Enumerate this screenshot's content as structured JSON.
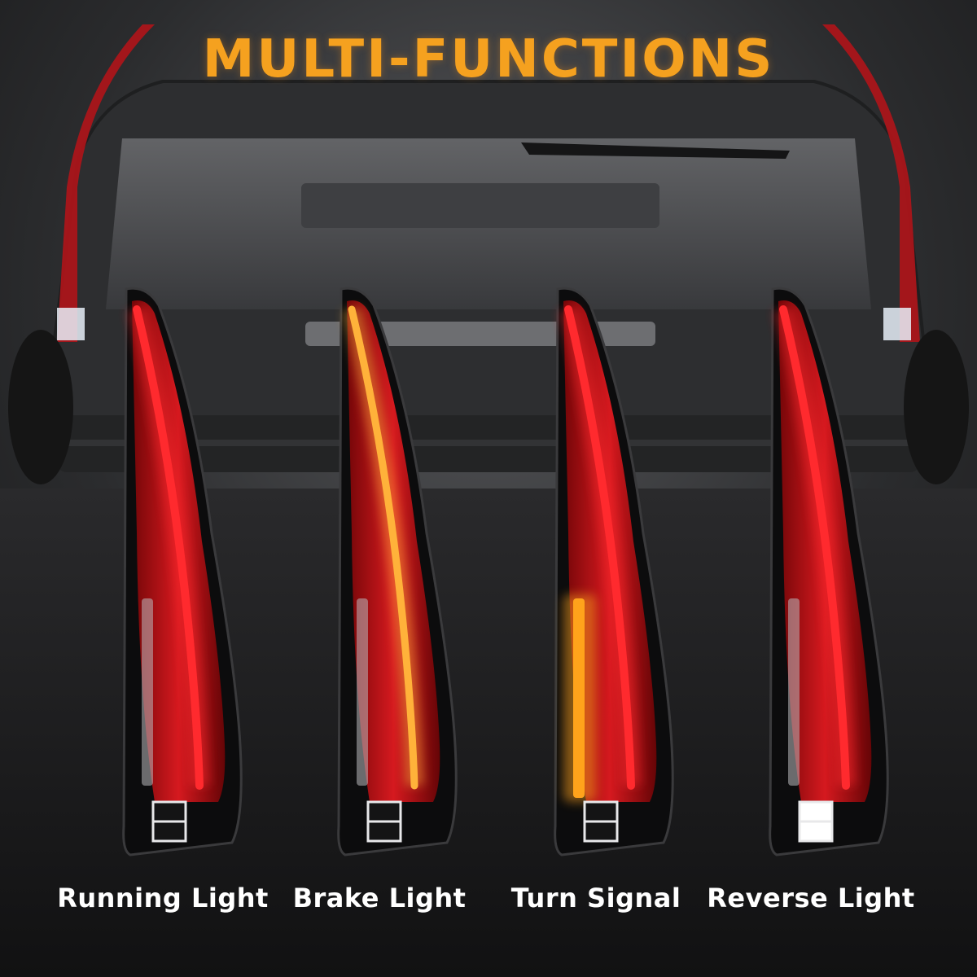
{
  "headline": "MULTI-FUNCTIONS",
  "lights": [
    {
      "label": "Running Light",
      "mode": "running",
      "active_color": "#e31b23"
    },
    {
      "label": "Brake Light",
      "mode": "brake",
      "active_color": "#ff5a1e"
    },
    {
      "label": "Turn Signal",
      "mode": "turn",
      "active_color": "#ffa31a"
    },
    {
      "label": "Reverse Light",
      "mode": "reverse",
      "active_color": "#ffffff"
    }
  ],
  "colors": {
    "headline": "#f5a11f",
    "caption": "#ffffff",
    "background": "#1b1b1c"
  }
}
